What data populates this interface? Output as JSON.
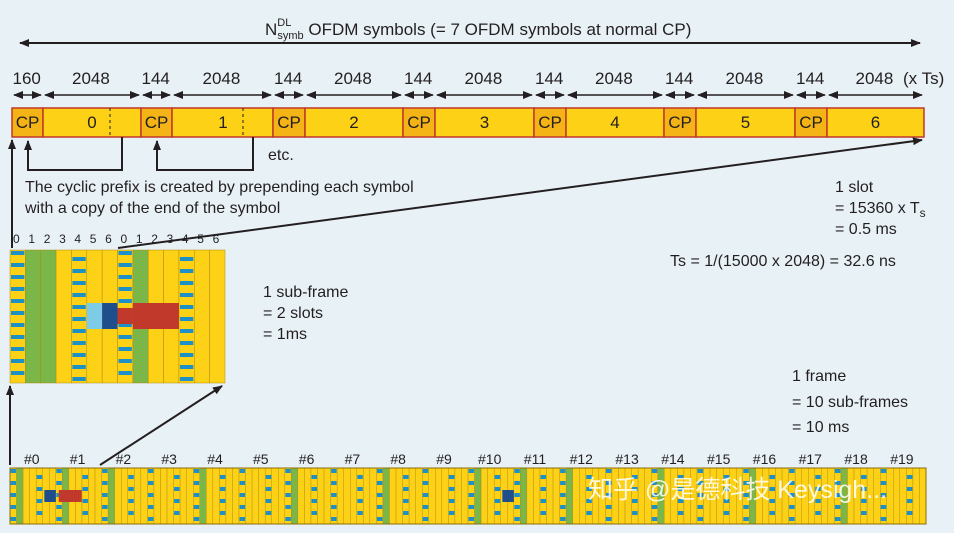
{
  "title": {
    "main": "N",
    "sup": "DL",
    "sub": "symb",
    "rest": " OFDM symbols (= 7 OFDM symbols at normal CP)"
  },
  "durations": [
    "160",
    "2048",
    "144",
    "2048",
    "144",
    "2048",
    "144",
    "2048",
    "144",
    "2048",
    "144",
    "2048",
    "144",
    "2048"
  ],
  "unit_label": "(x Ts)",
  "slot_row": {
    "cp_label": "CP",
    "symbols": [
      "0",
      "1",
      "2",
      "3",
      "4",
      "5",
      "6"
    ]
  },
  "etc_label": "etc.",
  "cp_note": {
    "line1": "The cyclic prefix is created by prepending each symbol",
    "line2": "with a copy of the end of the symbol"
  },
  "slot_info": {
    "line1": "1 slot",
    "line2_prefix": "= 15360 x T",
    "line2_sub": "s",
    "line3": "= 0.5 ms"
  },
  "ts_formula": "Ts = 1/(15000 x 2048) = 32.6 ns",
  "subframe_symbol_indices": [
    "0",
    "1",
    "2",
    "3",
    "4",
    "5",
    "6",
    "0",
    "1",
    "2",
    "3",
    "4",
    "5",
    "6"
  ],
  "subframe_info": {
    "line1": "1 sub-frame",
    "line2": "= 2 slots",
    "line3": "= 1ms"
  },
  "frame_info": {
    "line1": "1 frame",
    "line2": "= 10 sub-frames",
    "line3": "= 10 ms"
  },
  "frame_slots": [
    "#0",
    "#1",
    "#2",
    "#3",
    "#4",
    "#5",
    "#6",
    "#7",
    "#8",
    "#9",
    "#10",
    "#11",
    "#12",
    "#13",
    "#14",
    "#15",
    "#16",
    "#17",
    "#18",
    "#19"
  ],
  "watermark": "知乎 @是德科技 Keysigh...",
  "colors": {
    "background": "#e8f1f6",
    "symbol_fill": "#fcd116",
    "cp_fill": "#f4b416",
    "border": "#c0392b",
    "green": "#7ab648",
    "blue_ref": "#1e90c8",
    "dark_blue": "#1f4e8c",
    "red": "#c0392b",
    "light_blue": "#7ecbe8"
  }
}
